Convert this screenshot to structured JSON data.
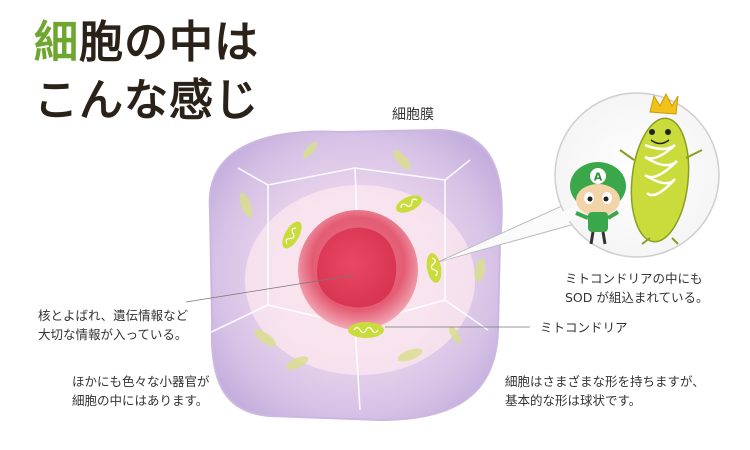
{
  "title": {
    "line1_accent": "細",
    "line1_rest": "胞の中は",
    "line2": "こんな感じ"
  },
  "labels": {
    "membrane": "細胞膜",
    "nucleus_line1": "核とよばれ、遺伝情報など",
    "nucleus_line2": "大切な情報が入っている。",
    "organelles_line1": "ほかにも色々な小器官が",
    "organelles_line2": "細胞の中にはあります。",
    "mito": "ミトコンドリア",
    "sod_line1": "ミトコンドリアの中にも",
    "sod_line2": "SOD が組込まれている。",
    "shape_line1": "細胞はさまざまな形を持ちますが、",
    "shape_line2": "基本的な形は球状です。"
  },
  "badge_letter": "A",
  "colors": {
    "title_accent": "#6fa62f",
    "membrane": "#cdb3e0",
    "nucleus": "#e94f6a",
    "mitochondria": "#c9dc3c"
  }
}
